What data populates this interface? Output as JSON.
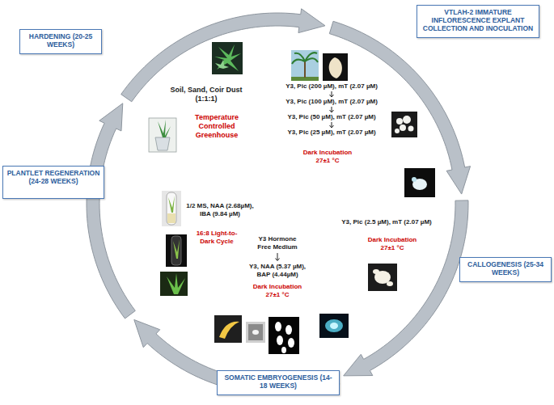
{
  "diagram": {
    "nodes": [
      {
        "text": [
          "HARDENING (20-25 WEEKS)"
        ]
      },
      {
        "text": [
          "VTLAH-2 IMMATURE INFLORESCENCE EXPLANT COLLECTION AND INOCULATION"
        ]
      },
      {
        "text": [
          "Soil, Sand, Coir Dust (1:1:1)",
          "Temperature Controlled Greenhouse"
        ]
      },
      {
        "text": [
          "Y3, Pic (200 µM), mT (2.07 µM)",
          "Y3, Pic (100 µM), mT (2.07 µM)",
          "Y3, Pic (50 µM), mT (2.07 µM)",
          "Y3, Pic (25 µM), mT (2.07 µM)",
          "Dark Incubation 27±1 °C"
        ]
      },
      {
        "text": [
          "PLANTLET REGENERATION (24-28 WEEKS)"
        ]
      },
      {
        "text": [
          "1/2 MS, NAA (2.68µM), IBA (9.84 µM)",
          "16:8 Light-to-Dark Cycle"
        ]
      },
      {
        "text": [
          "Y3, Pic (2.5 µM), mT (2.07 µM)",
          "Dark Incubation 27±1 °C"
        ]
      },
      {
        "text": [
          "CALLOGENESIS (25-34 WEEKS)"
        ]
      },
      {
        "text": [
          "Y3 Hormone Free Medium",
          "Y3, NAA (5.37 µM), BAP (4.44µM)",
          "Dark Incubation 27±1 °C"
        ]
      },
      {
        "text": [
          "SOMATIC EMBRYOGENESIS (14-18 WEEKS)"
        ]
      }
    ],
    "edges": [
      {
        "from": 3,
        "to": 6,
        "arrow": "to"
      },
      {
        "from": 6,
        "to": 8,
        "arrow": "to"
      },
      {
        "from": 8,
        "to": 5,
        "arrow": "to"
      },
      {
        "from": 5,
        "to": 2,
        "arrow": "to"
      },
      {
        "from": 2,
        "to": 3,
        "arrow": "to"
      }
    ]
  }
}
